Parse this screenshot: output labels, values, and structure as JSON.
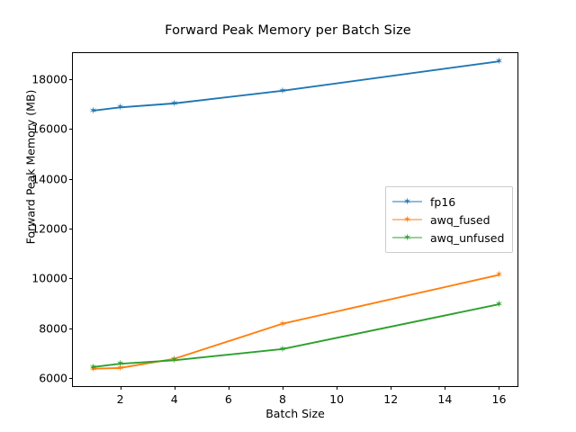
{
  "chart_data": {
    "type": "line",
    "title": "Forward Peak Memory per Batch Size",
    "xlabel": "Batch Size",
    "ylabel": "Forward Peak Memory (MB)",
    "x": [
      1,
      2,
      4,
      8,
      16
    ],
    "xlim": [
      0.25,
      16.75
    ],
    "ylim": [
      5600,
      19050
    ],
    "xticks": [
      2,
      4,
      6,
      8,
      10,
      12,
      14,
      16
    ],
    "xticklabels": [
      "2",
      "4",
      "6",
      "8",
      "10",
      "12",
      "14",
      "16"
    ],
    "yticks": [
      6000,
      8000,
      10000,
      12000,
      14000,
      16000,
      18000
    ],
    "yticklabels": [
      "6000",
      "8000",
      "10000",
      "12000",
      "14000",
      "16000",
      "18000"
    ],
    "grid": false,
    "legend_position": "center right",
    "marker": "star",
    "series": [
      {
        "name": "fp16",
        "color": "#1f77b4",
        "values": [
          16740,
          16870,
          17030,
          17540,
          18720
        ]
      },
      {
        "name": "awq_fused",
        "color": "#ff7f0e",
        "values": [
          6370,
          6400,
          6770,
          8180,
          10140
        ]
      },
      {
        "name": "awq_unfused",
        "color": "#2ca02c",
        "values": [
          6440,
          6570,
          6710,
          7160,
          8960
        ]
      }
    ]
  }
}
